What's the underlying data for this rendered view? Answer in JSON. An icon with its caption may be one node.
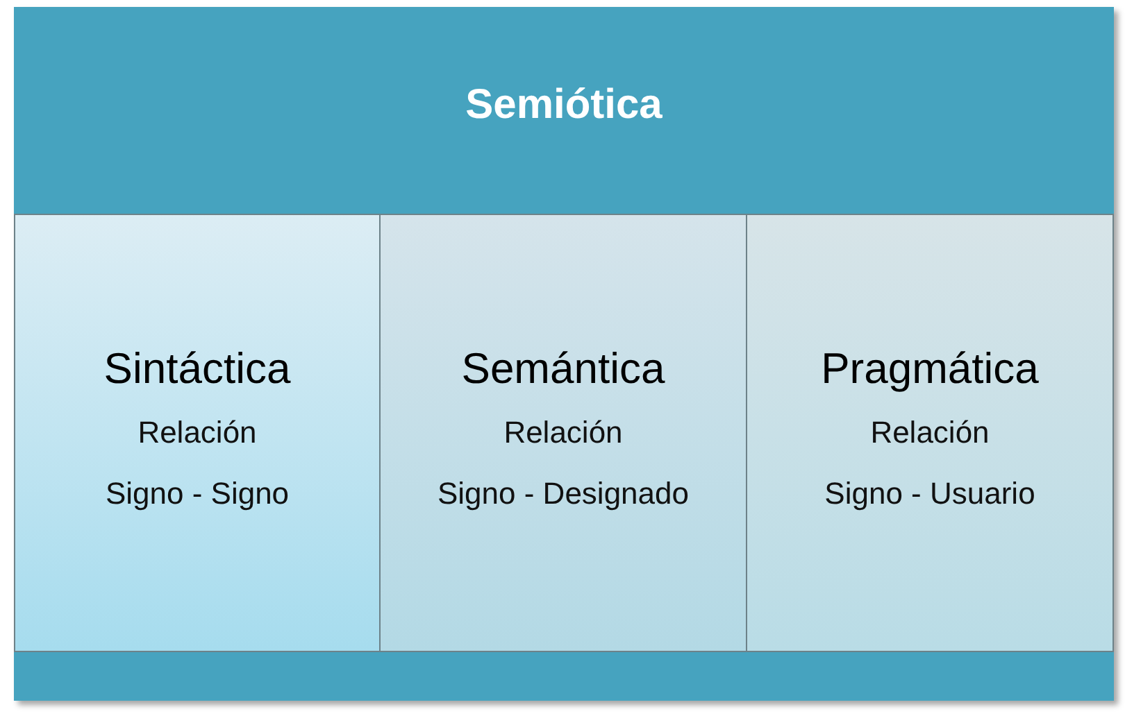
{
  "diagram": {
    "nodes": [
      {
        "text": [
          "Semiótica"
        ]
      },
      {
        "text": [
          "Sintáctica",
          "Relación",
          "Signo - Signo"
        ],
        "in": 0
      },
      {
        "text": [
          "Semántica",
          "Relación",
          "Signo - Designado"
        ],
        "in": 0
      },
      {
        "text": [
          "Pragmática",
          "Relación",
          "Signo - Usuario"
        ],
        "in": 0
      }
    ]
  }
}
